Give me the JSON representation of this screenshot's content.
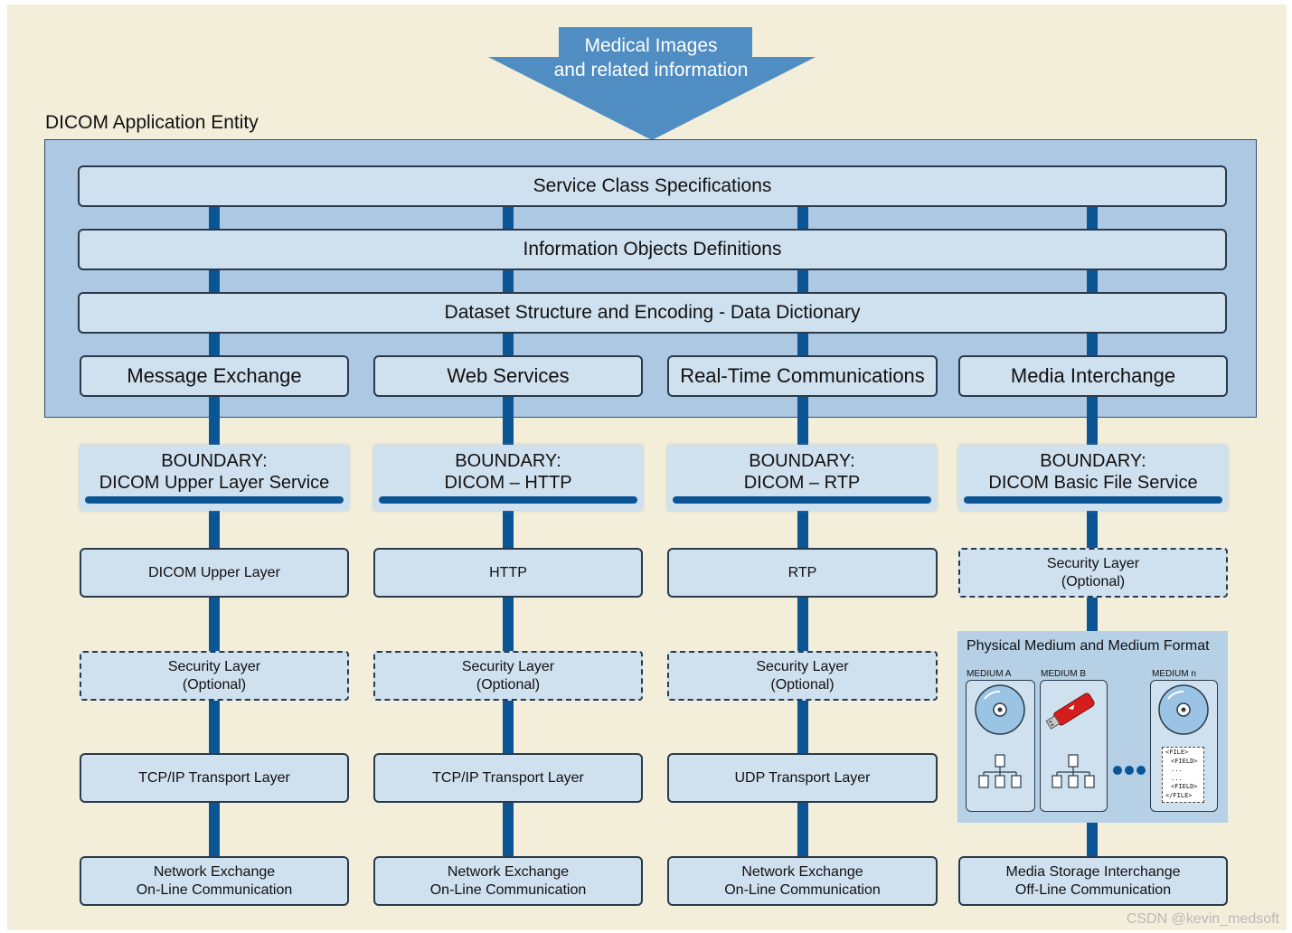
{
  "arrow": {
    "line1": "Medical Images",
    "line2": "and related information"
  },
  "application_entity_label": "DICOM Application Entity",
  "layers": {
    "service_class": "Service Class Specifications",
    "iod": "Information Objects Definitions",
    "dataset": "Dataset Structure and Encoding - Data Dictionary"
  },
  "contexts": [
    "Message Exchange",
    "Web Services",
    "Real-Time Communications",
    "Media Interchange"
  ],
  "boundaries": [
    {
      "title": "BOUNDARY:",
      "name": "DICOM Upper Layer Service"
    },
    {
      "title": "BOUNDARY:",
      "name": "DICOM – HTTP"
    },
    {
      "title": "BOUNDARY:",
      "name": "DICOM – RTP"
    },
    {
      "title": "BOUNDARY:",
      "name": "DICOM Basic File Service"
    }
  ],
  "protocols": [
    "DICOM Upper Layer",
    "HTTP",
    "RTP"
  ],
  "security": {
    "line1": "Security Layer",
    "line2": "(Optional)"
  },
  "transports": [
    "TCP/IP Transport Layer",
    "TCP/IP Transport Layer",
    "UDP Transport Layer"
  ],
  "network_exchange": {
    "line1": "Network Exchange",
    "line2": "On-Line Communication"
  },
  "media_storage": {
    "line1": "Media Storage Interchange",
    "line2": "Off-Line Communication"
  },
  "physical_medium": {
    "title": "Physical Medium and Medium Format",
    "media_labels": [
      "MEDIUM A",
      "MEDIUM B",
      "MEDIUM n"
    ],
    "file_lines": [
      "<FILE>",
      "<FIELD>",
      "...",
      "...",
      "<FIELD>",
      "</FILE>"
    ]
  },
  "colors": {
    "background": "#f2eed9",
    "entity": "#adc8e2",
    "box": "#cfe0ef",
    "connector": "#0b5595",
    "arrow": "#4f8dc2"
  },
  "watermark": "CSDN @kevin_medsoft"
}
